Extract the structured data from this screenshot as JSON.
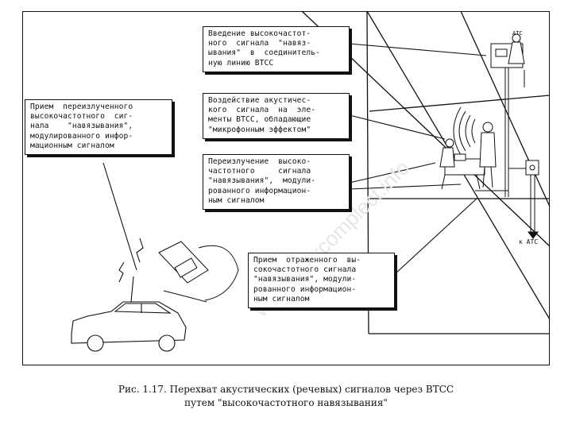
{
  "callouts": {
    "hf_injection": "Введение высокочастот-\nного  сигнала  \"навяз-\nывания\"  в  соединитель-\nную линию ВТСС",
    "acoustic_effect": "Воздействие акустичес-\nкого  сигнала  на  эле-\nменты ВТСС, обладающие\n\"микрофонным эффектом\"",
    "reradiation": "Переизлучение  высоко-\nчастотного     сигнала\n\"навязывания\",  модули-\nрованного информацион-\nным сигналом",
    "reflected_reception": "Прием  отраженного  вы-\nсокочастотного сигнала\n\"навязывания\", модули-\nрованного информацион-\nным сигналом",
    "reradiated_reception": "Прием  переизлученного\nвысокочастотного  сиг-\nнала    \"навязывания\",\nмодулированного инфор-\nмационным сигналом"
  },
  "labels": {
    "ats": "к АТС"
  },
  "caption": {
    "line1": "Рис. 1.17.  Перехват акустических (речевых) сигналов через ВТСС",
    "line2": "путем \"высокочастотного навязывания\""
  }
}
